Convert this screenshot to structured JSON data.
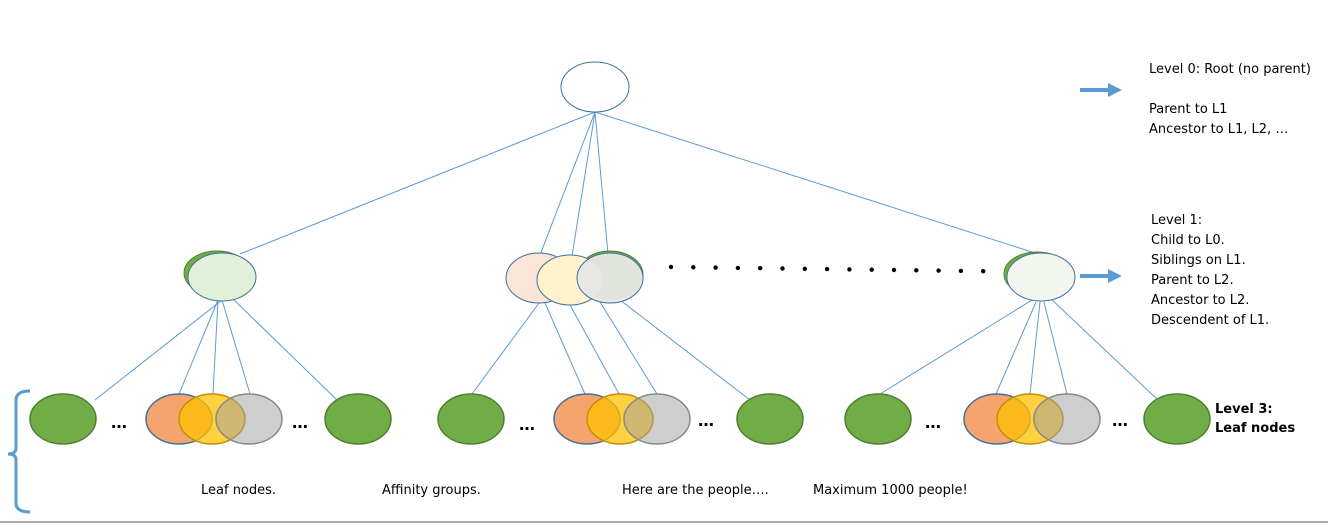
{
  "level0": {
    "lines": [
      "Level 0: Root (no parent)",
      "",
      "Parent to L1",
      "Ancestor to L1, L2, …"
    ]
  },
  "level1": {
    "lines": [
      "Level 1:",
      "Child to L0.",
      "Siblings on L1.",
      "Parent to L2.",
      "Ancestor to L2.",
      "Descendent of L1."
    ]
  },
  "level3": {
    "lines": [
      "Level 3:",
      "Leaf nodes"
    ]
  },
  "ellipsis": "…",
  "captions": [
    "Leaf nodes.",
    "Affinity groups.",
    "Here are the people….",
    "Maximum 1000 people!"
  ],
  "colors": {
    "line": "#5b9bd5",
    "green": "#70ad47",
    "orange": "#f4a46c",
    "yellow": "#ffc000",
    "arrow": "#5b9bd5"
  }
}
